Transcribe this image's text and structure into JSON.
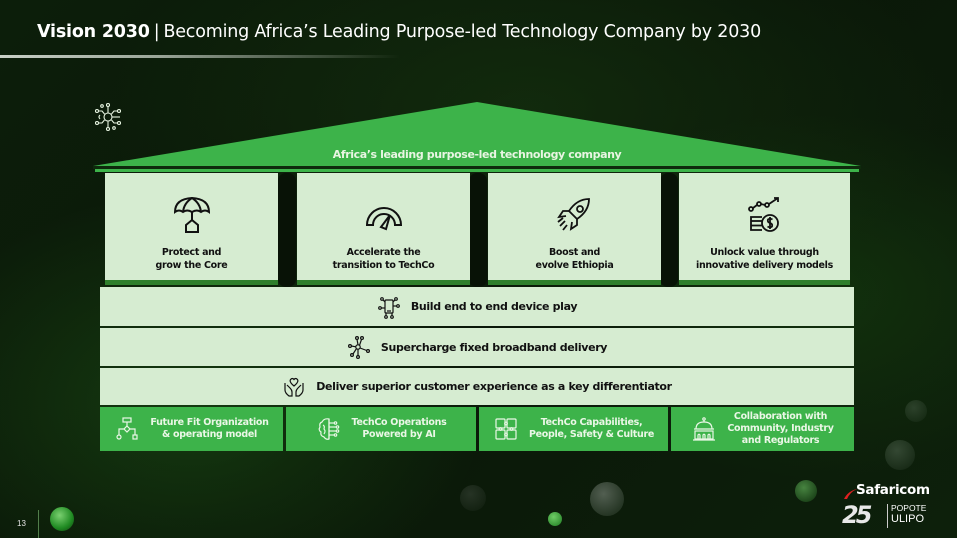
{
  "header": {
    "title_bold": "Vision 2030",
    "separator": "|",
    "title_rest": "Becoming Africa’s Leading Purpose-led Technology Company by 2030"
  },
  "roof": {
    "icon": "ai-circuit-icon",
    "title": "Africa’s leading purpose-led technology company"
  },
  "pillars": [
    {
      "icon": "umbrella-house-icon",
      "line1": "Protect and",
      "line2": "grow the Core"
    },
    {
      "icon": "speedometer-icon",
      "line1": "Accelerate the",
      "line2": "transition to TechCo"
    },
    {
      "icon": "rocket-icon",
      "line1": "Boost and",
      "line2": "evolve Ethiopia"
    },
    {
      "icon": "coins-growth-icon",
      "line1": "Unlock value through",
      "line2": "innovative delivery models"
    }
  ],
  "bands": [
    {
      "icon": "connected-phone-icon",
      "label": "Build end to end device play"
    },
    {
      "icon": "network-hub-icon",
      "label": "Supercharge fixed broadband delivery"
    },
    {
      "icon": "hands-heart-icon",
      "label": "Deliver superior customer experience as a key differentiator"
    }
  ],
  "foundation": [
    {
      "icon": "org-flowchart-icon",
      "line1": "Future Fit Organization",
      "line2": "& operating model",
      "line3": ""
    },
    {
      "icon": "ai-brain-icon",
      "line1": "TechCo Operations",
      "line2": "Powered by AI",
      "line3": ""
    },
    {
      "icon": "puzzle-blocks-icon",
      "line1": "TechCo Capabilities,",
      "line2": "People, Safety & Culture",
      "line3": ""
    },
    {
      "icon": "government-building-icon",
      "line1": "Collaboration with",
      "line2": "Community, Industry",
      "line3": "and Regulators"
    }
  ],
  "footer": {
    "page_number": "13",
    "logo_name": "Safaricom",
    "logo_anniversary": "25",
    "logo_tag_line1": "POPOTE",
    "logo_tag_line2": "ULIPO"
  },
  "colors": {
    "background": "#0b1a08",
    "accent_green": "#3db34a",
    "pale_green": "#d6ecd1",
    "dark_green_edge": "#2f7f2c"
  }
}
